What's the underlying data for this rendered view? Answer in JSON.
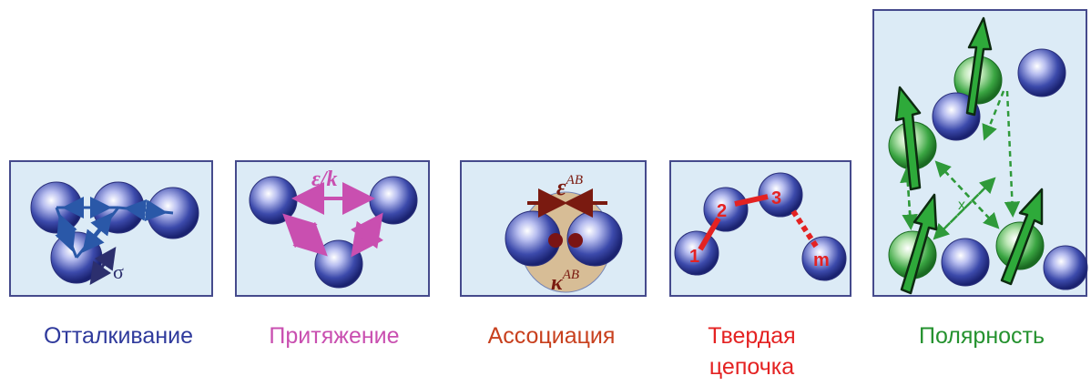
{
  "labels": {
    "repulsion": "Отталкивание",
    "attraction": "Притяжение",
    "association": "Ассоциация",
    "hard_chain_line1": "Твердая",
    "hard_chain_line2": "цепочка",
    "polarity": "Полярность"
  },
  "annotations": {
    "sigma": "σ",
    "epsilon_k": "ε/k",
    "epsilon_ab_symbol": "ε",
    "kappa_ab_symbol": "κ",
    "ab_superscript": "AB",
    "chain_segment_1": "1",
    "chain_segment_2": "2",
    "chain_segment_3": "3",
    "chain_segment_m": "m",
    "cross_mark": "x"
  },
  "colors": {
    "repulsion": "#2f3a9c",
    "attraction": "#c94fb0",
    "association": "#c8401e",
    "hard_chain": "#e42222",
    "polarity": "#25922f",
    "panel_fill": "#dcebf6",
    "panel_border": "#454a8c"
  }
}
